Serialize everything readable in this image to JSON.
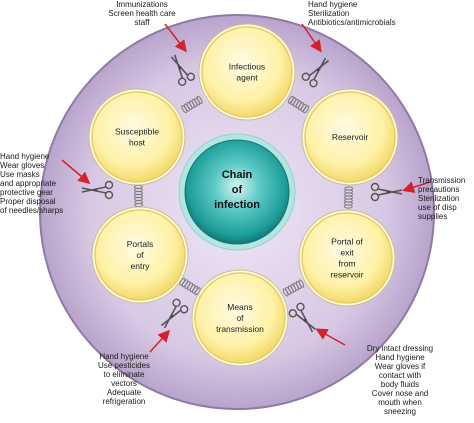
{
  "center": {
    "line1": "Chain",
    "line2": "of",
    "line3": "infection"
  },
  "links": [
    {
      "id": "infectious-agent",
      "lines": [
        "Infectious",
        "agent"
      ]
    },
    {
      "id": "reservoir",
      "lines": [
        "Reservoir"
      ]
    },
    {
      "id": "portal-of-exit",
      "lines": [
        "Portal of",
        "exit",
        "from",
        "reservoir"
      ]
    },
    {
      "id": "means-of-transmission",
      "lines": [
        "Means",
        "of",
        "transmission"
      ]
    },
    {
      "id": "portals-of-entry",
      "lines": [
        "Portals",
        "of",
        "entry"
      ]
    },
    {
      "id": "susceptible-host",
      "lines": [
        "Susceptible",
        "host"
      ]
    }
  ],
  "interventions": {
    "top_left": [
      "Immunizations",
      "Screen health care",
      "staff"
    ],
    "top_right": [
      "Hand hygiene",
      "Sterilization",
      "Antibiotics/antimicrobials"
    ],
    "right": [
      "Transmission",
      "precautions",
      "Sterilization",
      "use of disp",
      "supplies"
    ],
    "bottom_right": [
      "Dry intact dressing",
      "Hand hygiene",
      "Wear gloves if",
      "contact with",
      "body fluids",
      "Cover nose and",
      "mouth when",
      "sneezing"
    ],
    "bottom_left": [
      "Hand hygiene",
      "Use pesticides",
      "to eliminate",
      "vectors",
      "Adequate",
      "refrigeration"
    ],
    "left": [
      "Hand hygiene",
      "Wear gloves",
      "Use masks",
      "and appropriate",
      "protective gear",
      "Proper disposal",
      "of needles/sharps"
    ]
  },
  "colors": {
    "outer_ring": "#c7b3d6",
    "outer_stroke": "#8e7aa3",
    "link_fill": "#fff4b8",
    "link_edge": "#e6cf66",
    "center_fill": "#2fb5b1",
    "center_dark": "#157d7b",
    "arrow": "#d3222a"
  },
  "icons": [
    "scissors-icon",
    "chain-connector-icon",
    "red-arrow-icon"
  ]
}
